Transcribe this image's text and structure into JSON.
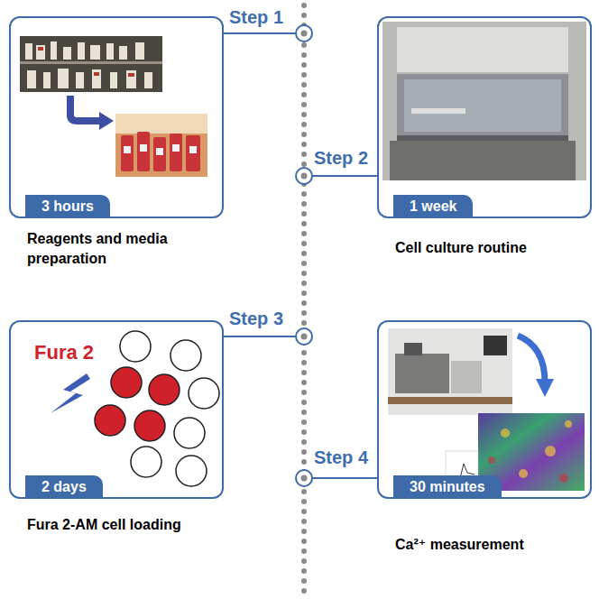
{
  "diagram": {
    "nodes": [
      {
        "text": [
          "3 hours",
          "Reagents and media preparation"
        ]
      },
      {
        "text": [
          "1 week",
          "Cell culture routine"
        ]
      },
      {
        "text": [
          "2 days",
          "Fura 2-AM cell loading"
        ]
      },
      {
        "text": [
          "30 minutes",
          "Ca²⁺ measurement"
        ]
      }
    ],
    "labels": [
      "Step 1",
      "Step 2",
      "Step 3",
      "Step 4",
      "Fura 2"
    ]
  }
}
